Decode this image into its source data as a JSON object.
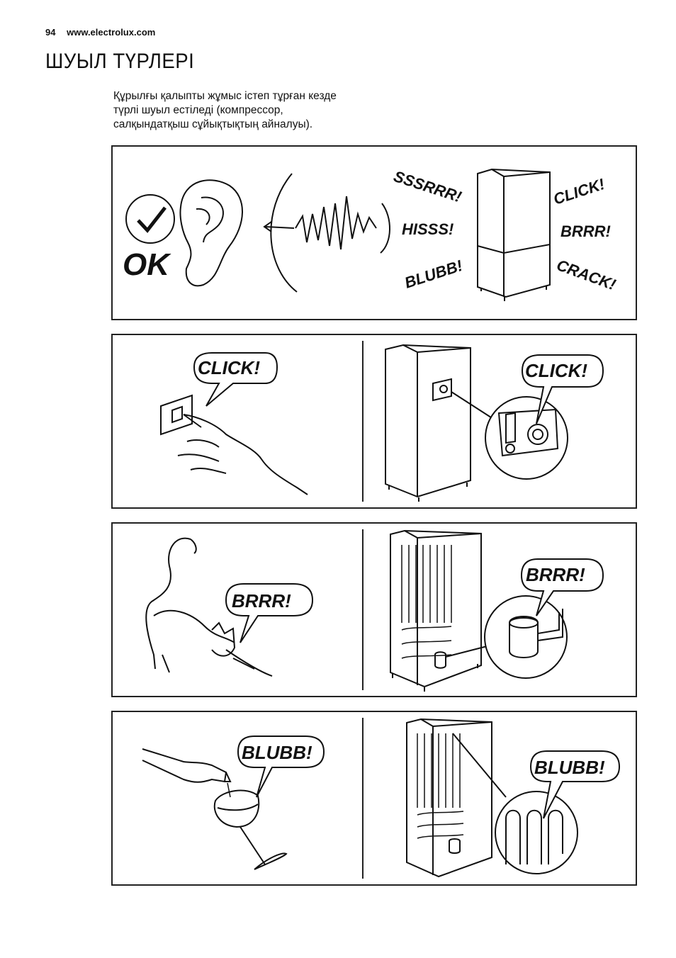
{
  "header": {
    "page_number": "94",
    "website": "www.electrolux.com"
  },
  "title": "ШУЫЛ ТҮРЛЕРІ",
  "intro_lines": [
    "Құрылғы қалыпты жұмыс істеп тұрған кезде",
    "түрлі шуыл естіледі (компрессор,",
    "салқындатқыш сұйықтықтың айналуы)."
  ],
  "panel1": {
    "ok": "OK",
    "sounds_left": [
      "SSSRRR!",
      "HISSS!",
      "BLUBB!"
    ],
    "sounds_right": [
      "CLICK!",
      "BRRR!",
      "CRACK!"
    ]
  },
  "panel2": {
    "left_bubble": "CLICK!",
    "right_bubble": "CLICK!"
  },
  "panel3": {
    "left_bubble": "BRRR!",
    "right_bubble": "BRRR!"
  },
  "panel4": {
    "left_bubble": "BLUBB!",
    "right_bubble": "BLUBB!"
  },
  "icons": [
    "checkmark-icon",
    "ear-icon",
    "soundwave-icon",
    "fridge-icon",
    "thermostat-icon",
    "cat-icon",
    "compressor-icon",
    "wine-bottle-icon",
    "wine-glass-icon",
    "coil-icon"
  ]
}
